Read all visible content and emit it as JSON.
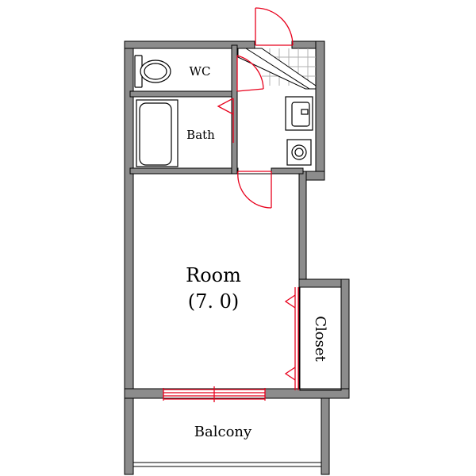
{
  "rooms": {
    "wc": "WC",
    "bath": "Bath",
    "room_name": "Room",
    "room_size": "(7. 0)",
    "closet": "Closet",
    "balcony": "Balcony"
  },
  "colors": {
    "wall": "#8c8c8c",
    "line": "#000000",
    "door": "#e8001c",
    "tile": "#b0b0b0"
  }
}
